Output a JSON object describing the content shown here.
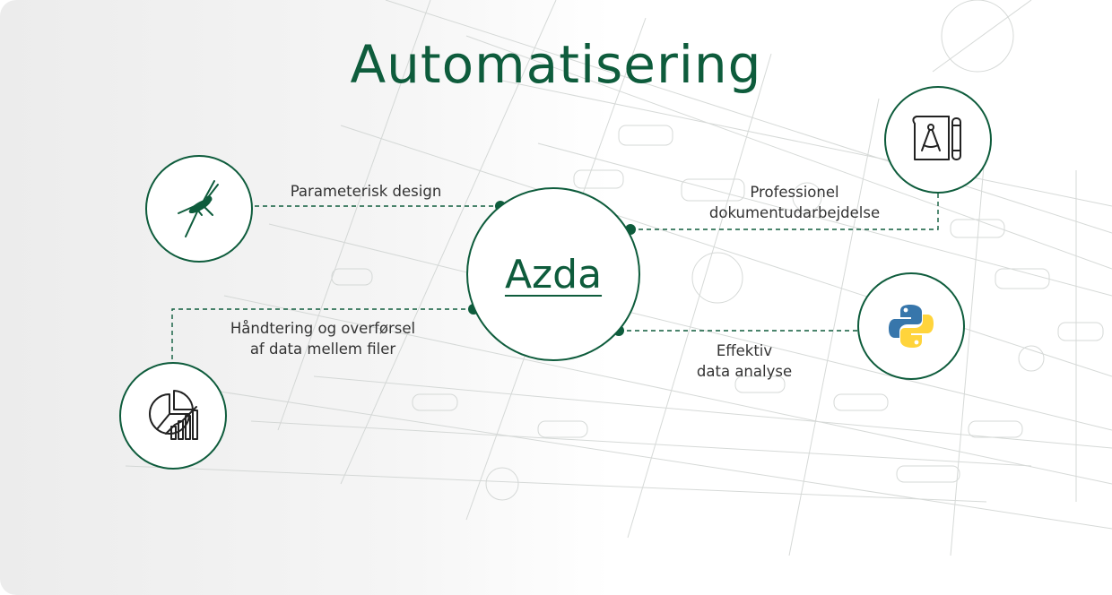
{
  "title": "Automatisering",
  "center": {
    "label": "Azda"
  },
  "nodes": [
    {
      "id": "parametric",
      "label": "Parameterisk design",
      "icon": "grasshopper-icon"
    },
    {
      "id": "documentation",
      "label_lines": [
        "Professionel",
        "dokumentudarbejdelse"
      ],
      "icon": "drafting-compass-icon"
    },
    {
      "id": "data-transfer",
      "label_lines": [
        "Håndtering og overførsel",
        "af data mellem filer"
      ],
      "icon": "chart-analytics-icon"
    },
    {
      "id": "analysis",
      "label_lines": [
        "Effektiv",
        "data analyse"
      ],
      "icon": "python-logo-icon"
    }
  ],
  "colors": {
    "accent": "#0e5c3c",
    "text": "#333333",
    "python_blue": "#3776ab",
    "python_yellow": "#ffd43b"
  }
}
